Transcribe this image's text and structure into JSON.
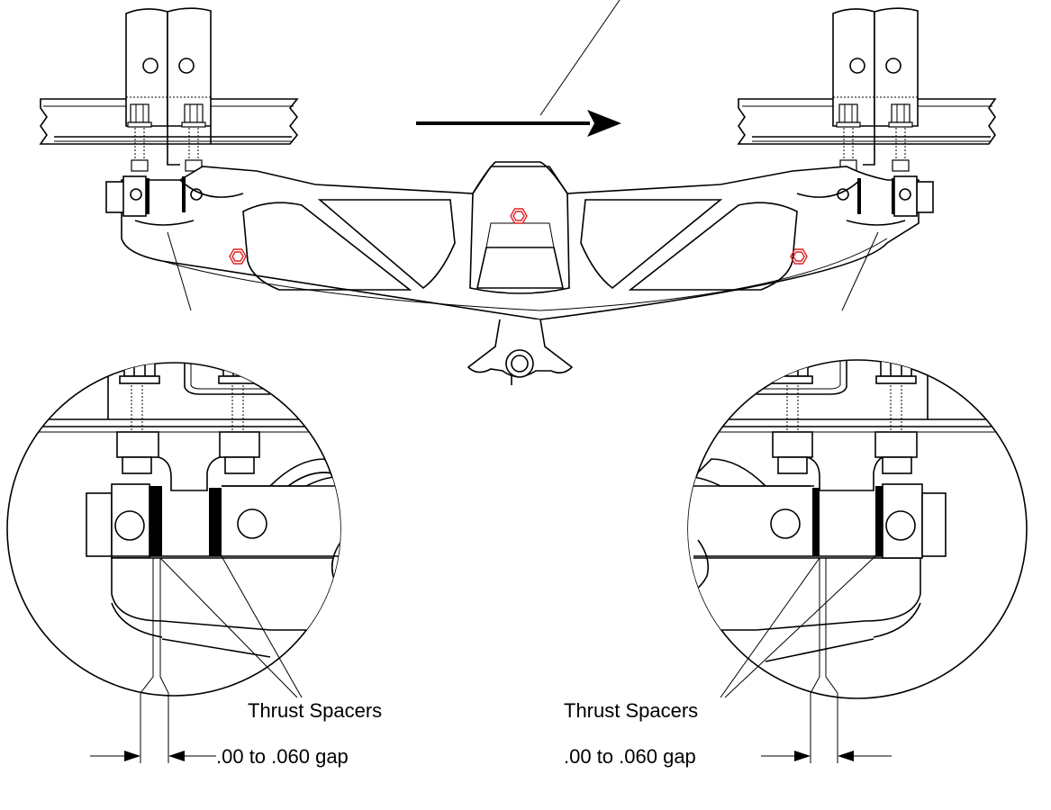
{
  "labels": {
    "thrust_spacers_left": "Thrust Spacers",
    "thrust_spacers_right": "Thrust Spacers",
    "gap_left": ".00 to .060 gap",
    "gap_right": ".00 to .060 gap"
  },
  "colors": {
    "line": "#000000",
    "bolt_highlight": "#e02020",
    "background": "#ffffff"
  }
}
